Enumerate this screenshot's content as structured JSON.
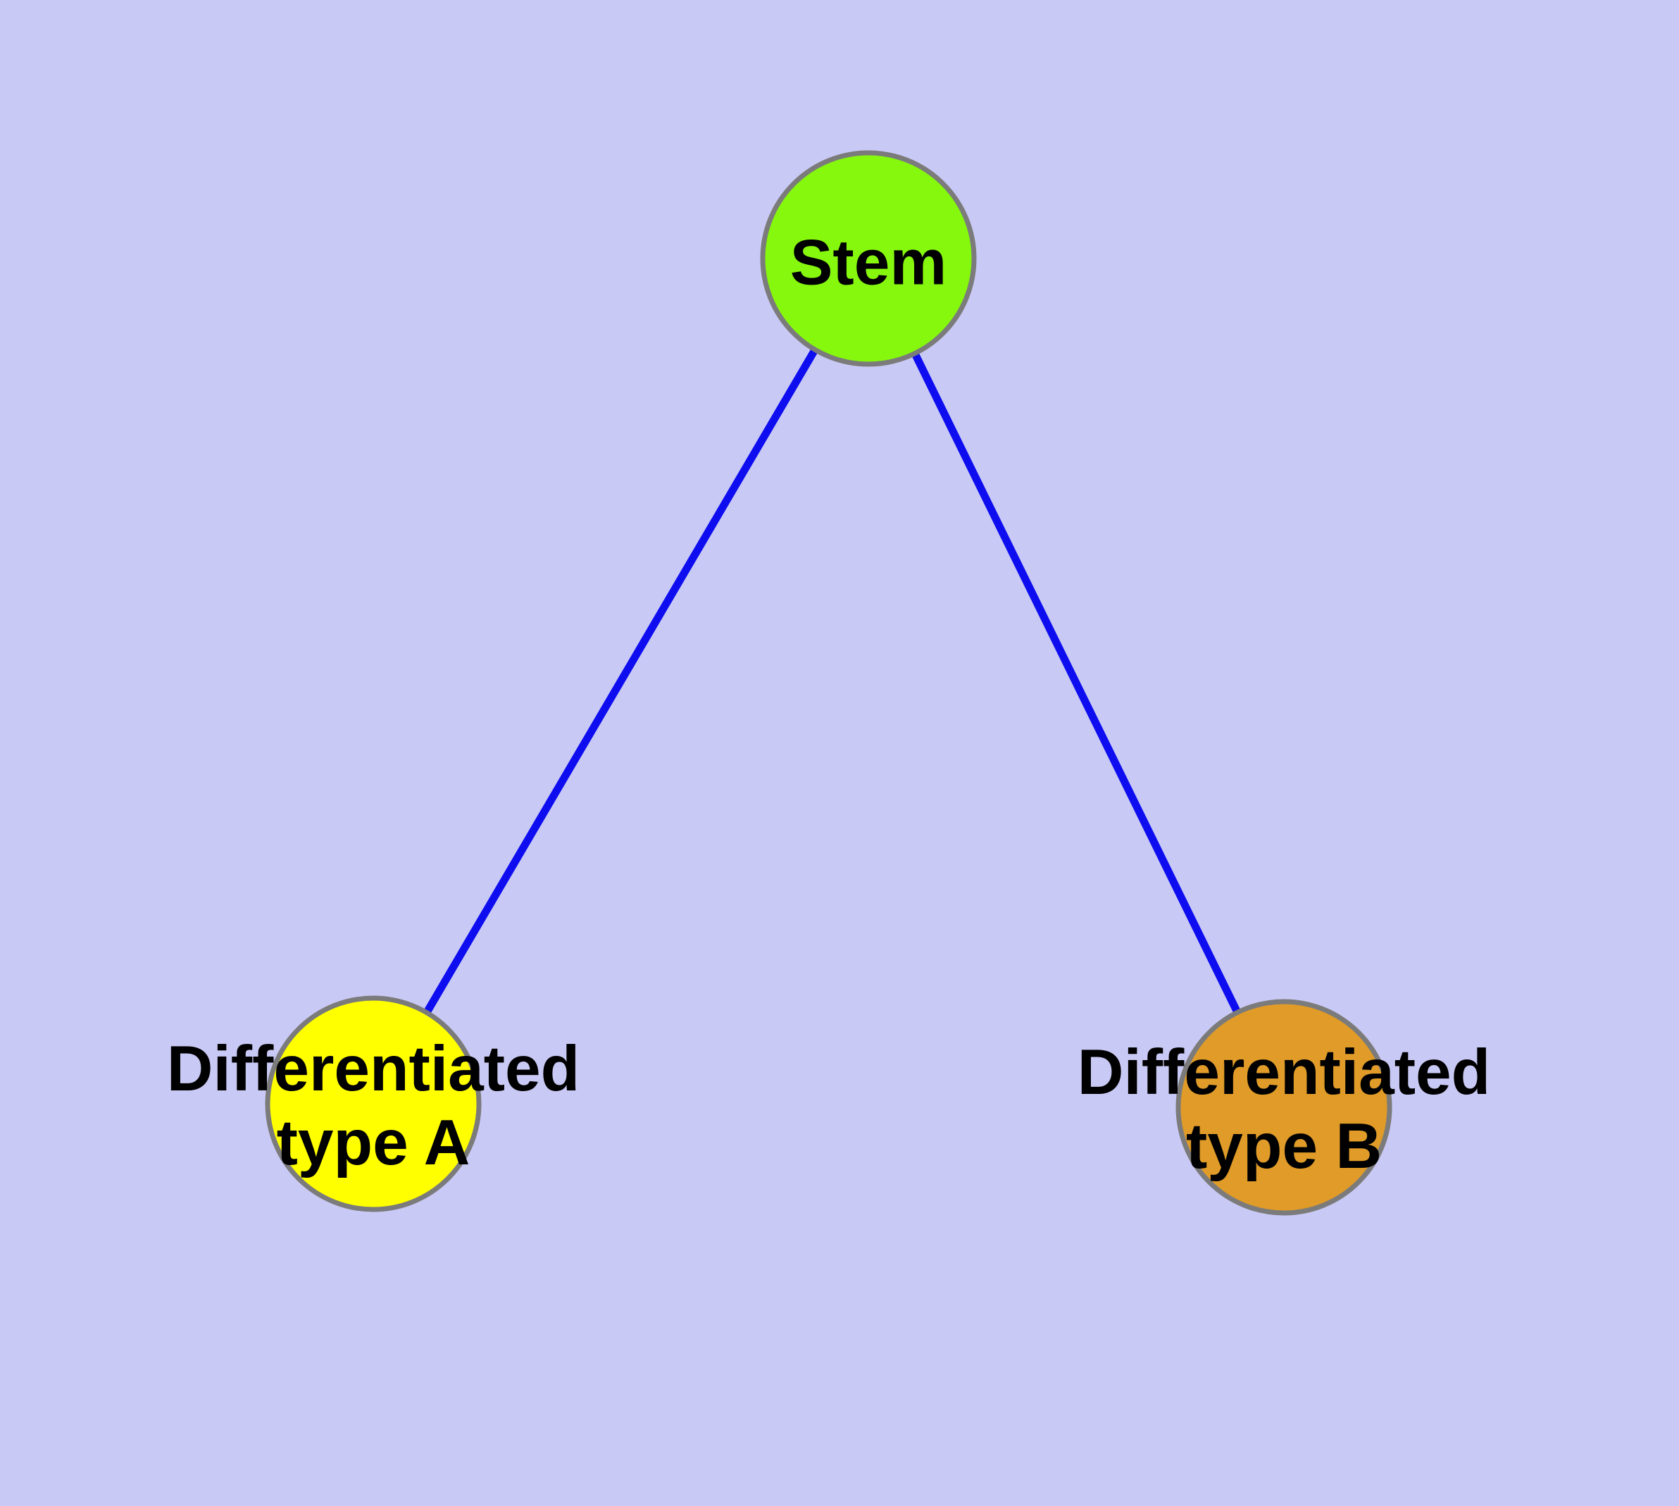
{
  "diagram": {
    "type": "node-link-graph",
    "background_color": "#C9C9F5",
    "edge_color": "#0D0DF0",
    "node_border_color": "#7B7B7B",
    "text_color": "#000000",
    "nodes": [
      {
        "id": "stem",
        "label": "Stem",
        "fill": "#85F80D"
      },
      {
        "id": "type-a",
        "label": "Differentiated\ntype A",
        "fill": "#FFFF00"
      },
      {
        "id": "type-b",
        "label": "Differentiated\ntype B",
        "fill": "#E09B28"
      }
    ],
    "edges": [
      {
        "from": "stem",
        "to": "type-a"
      },
      {
        "from": "stem",
        "to": "type-b"
      }
    ]
  }
}
